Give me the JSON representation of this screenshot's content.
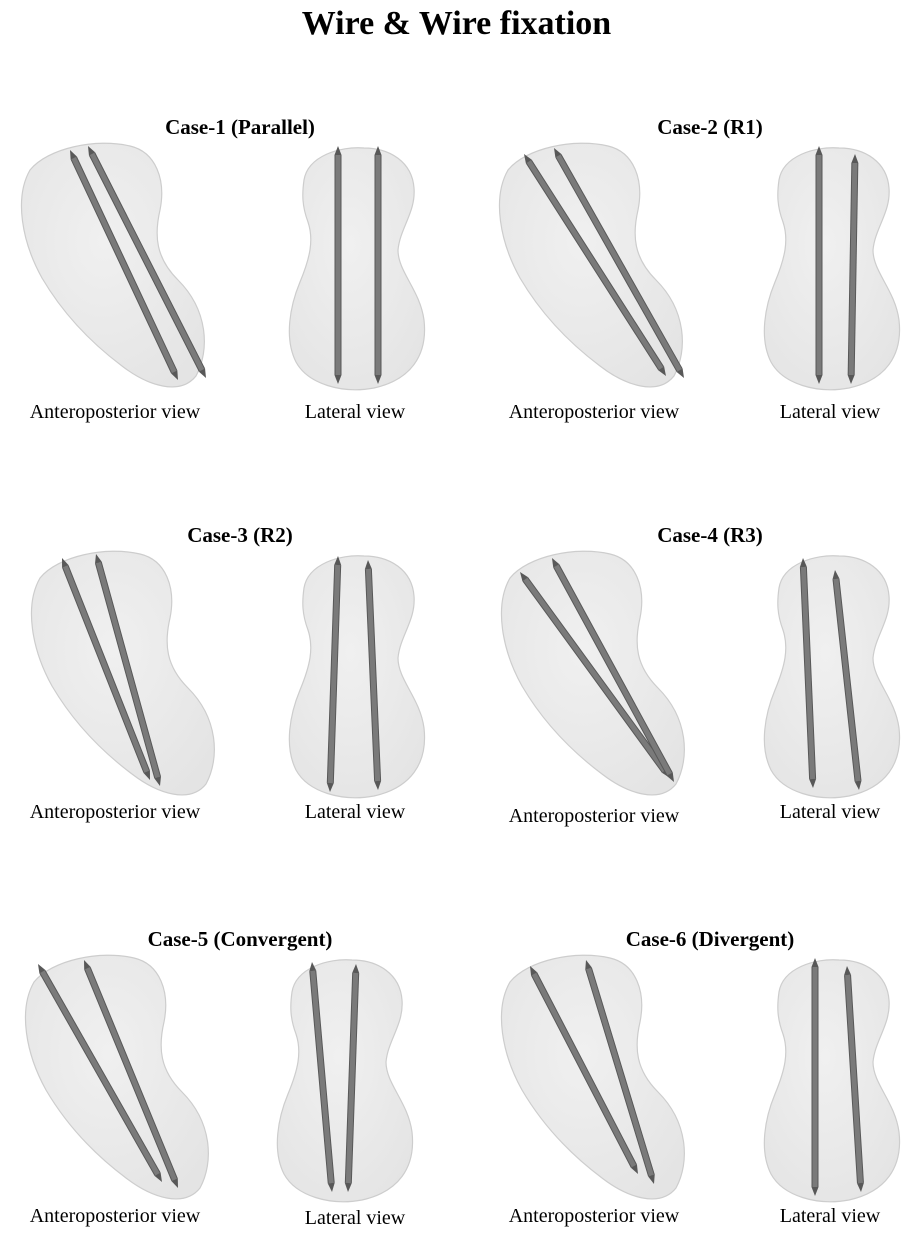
{
  "title": "Wire & Wire fixation",
  "view_labels": {
    "ap": "Anteroposterior view",
    "lateral": "Lateral view"
  },
  "colors": {
    "bone_fill": "#e4e4e4",
    "bone_edge": "#cdcdcd",
    "wire": "#7a7a7a",
    "wire_edge": "#585858"
  },
  "cases": [
    {
      "title": "Case-1 (Parallel)"
    },
    {
      "title": "Case-2 (R1)"
    },
    {
      "title": "Case-3 (R2)"
    },
    {
      "title": "Case-4 (R3)"
    },
    {
      "title": "Case-5 (Convergent)"
    },
    {
      "title": "Case-6 (Divergent)"
    }
  ]
}
